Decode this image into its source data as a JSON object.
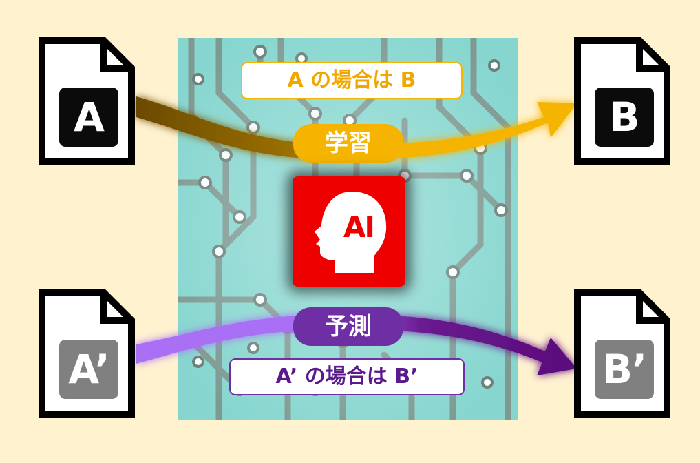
{
  "documents": {
    "top_left": "A",
    "top_right": "B",
    "bottom_left": "A’",
    "bottom_right": "B’"
  },
  "labels": {
    "training_example": "A の場合は B",
    "prediction_example": "A’ の場合は B’"
  },
  "pills": {
    "training": "学習",
    "prediction": "予測"
  },
  "ai_badge": "AI",
  "colors": {
    "background": "#fff2cf",
    "board": "#86d6cf",
    "training_gold": "#f4b400",
    "training_brown": "#6b4a00",
    "prediction_light_purple": "#a970f5",
    "prediction_dark_purple": "#5a0b7a",
    "ai_red": "#ee0000"
  },
  "icons": {
    "documents": "file-icon",
    "ai": "head-silhouette-icon"
  }
}
